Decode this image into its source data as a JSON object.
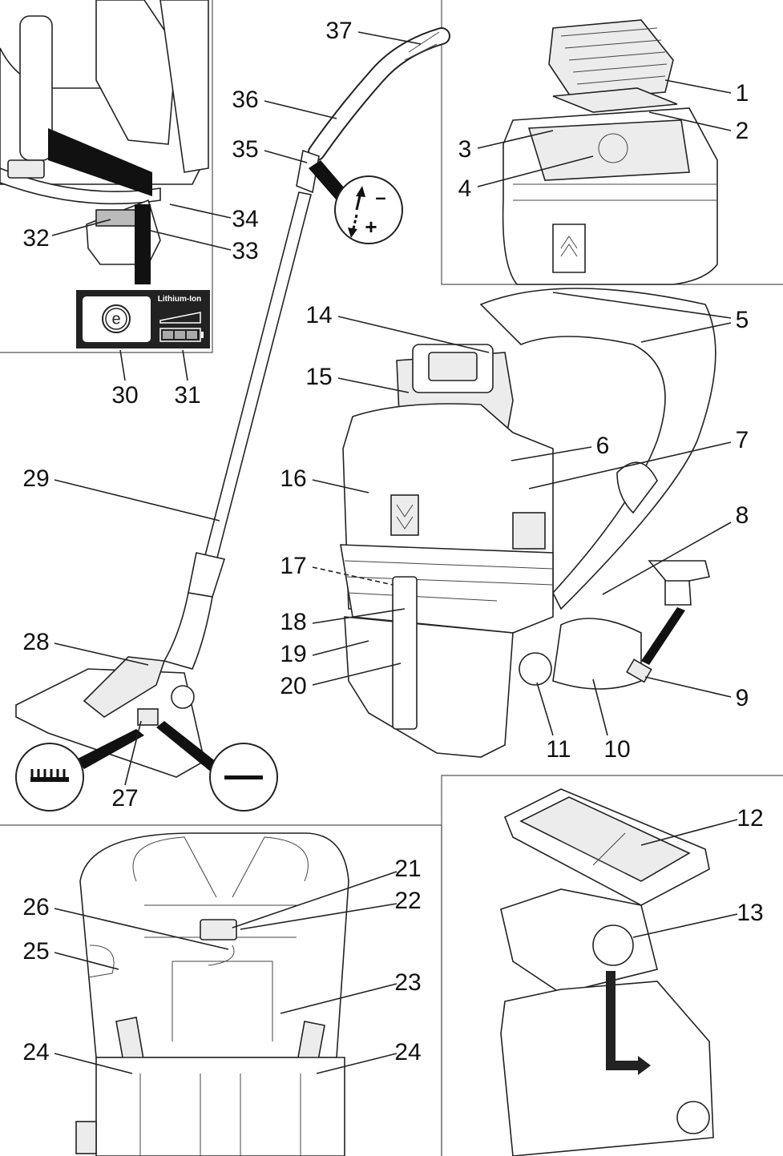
{
  "callouts": [
    "37",
    "36",
    "35",
    "1",
    "2",
    "3",
    "4",
    "34",
    "33",
    "32",
    "30",
    "31",
    "5",
    "14",
    "15",
    "6",
    "7",
    "16",
    "29",
    "8",
    "17",
    "18",
    "19",
    "20",
    "28",
    "9",
    "11",
    "10",
    "27",
    "12",
    "13",
    "21",
    "22",
    "26",
    "25",
    "23",
    "24",
    "24"
  ],
  "battery_label": {
    "chemistry": "Lithium-Ion",
    "eco_symbol": "e"
  },
  "suction_icon": {
    "minus": "–",
    "plus": "+"
  },
  "icons": [
    "brush-strip-icon",
    "smooth-floor-icon",
    "eco-mode-icon",
    "battery-level-icon",
    "suction-adjust-arrows-icon"
  ]
}
